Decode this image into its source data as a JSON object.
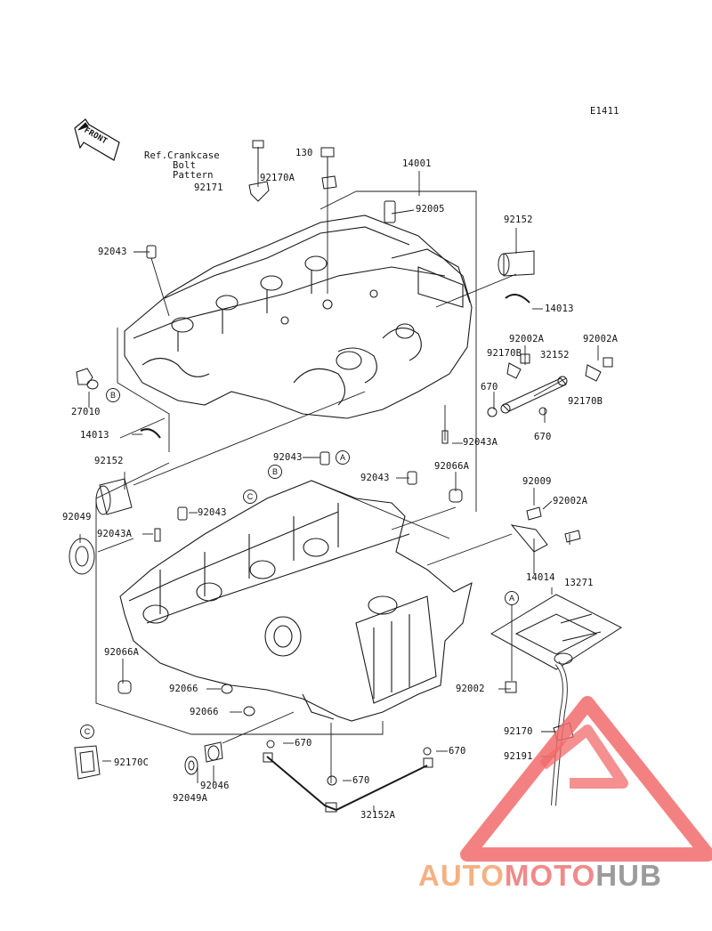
{
  "diagram": {
    "code": "E1411",
    "front_label": "FRONT",
    "ref_note": [
      "Ref.Crankcase",
      "Bolt",
      "Pattern"
    ],
    "parts": {
      "p130": "130",
      "p14001": "14001",
      "p92171": "92171",
      "p92170A": "92170A",
      "p92005": "92005",
      "p92152_top": "92152",
      "p92043_top": "92043",
      "p14013_right": "14013",
      "p92002A_1": "92002A",
      "p92002A_2": "92002A",
      "p92170B_1": "92170B",
      "p32152": "32152",
      "p670_1": "670",
      "p92170B_2": "92170B",
      "p670_2": "670",
      "p27010": "27010",
      "p14013_left": "14013",
      "p92043A_1": "92043A",
      "p92043_mid": "92043",
      "p92152_left": "92152",
      "p92043_mid2": "92043",
      "p92066A_1": "92066A",
      "p92009": "92009",
      "p92002A_3": "92002A",
      "p92043_left": "92043",
      "p92049": "92049",
      "p92043A_2": "92043A",
      "p14014": "14014",
      "p13271": "13271",
      "p92066A_2": "92066A",
      "p92066_1": "92066",
      "p92066_2": "92066",
      "p92002": "92002",
      "p92170": "92170",
      "p92191": "92191",
      "p670_3": "670",
      "p670_4": "670",
      "p92170C": "92170C",
      "p670_5": "670",
      "p92046": "92046",
      "p92049A": "92049A",
      "p32152A": "32152A"
    },
    "callouts": {
      "a": "A",
      "b": "B",
      "c": "C"
    }
  },
  "watermark": {
    "part1": "AUTO",
    "part2": "MOTO",
    "part3": "HUB"
  },
  "colors": {
    "line": "#1a1a1a",
    "watermark_red": "#f26b6b",
    "watermark_orange": "#f4b183",
    "watermark_gray": "#9b9b9b"
  }
}
